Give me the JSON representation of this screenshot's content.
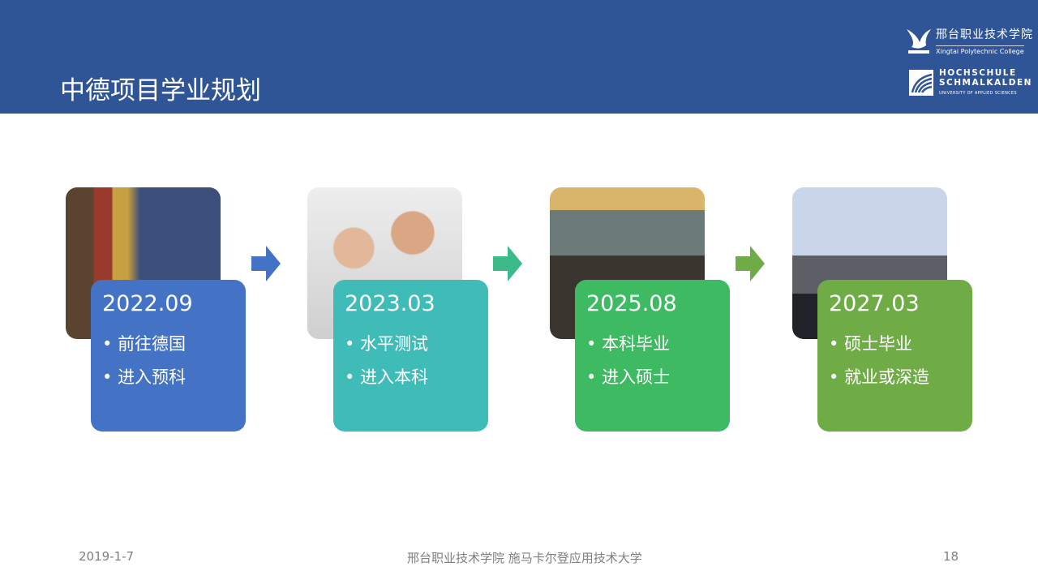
{
  "header": {
    "title": "中德项目学业规划"
  },
  "logos": {
    "college_cn": "邢台职业技术学院",
    "college_en": "Xingtai Polytechnic College",
    "hs_line1": "HOCHSCHULE",
    "hs_line2": "SCHMALKALDEN",
    "hs_line3": "UNIVERSITY OF APPLIED SCIENCES"
  },
  "steps": [
    {
      "date": "2022.09",
      "items": [
        "前往德国",
        "进入预科"
      ],
      "color": "#4472c4",
      "photo": "library"
    },
    {
      "date": "2023.03",
      "items": [
        "水平测试",
        "进入本科"
      ],
      "color": "#40bcb8",
      "photo": "students"
    },
    {
      "date": "2025.08",
      "items": [
        "本科毕业",
        "进入硕士"
      ],
      "color": "#3dba62",
      "photo": "classroom"
    },
    {
      "date": "2027.03",
      "items": [
        "硕士毕业",
        "就业或深造"
      ],
      "color": "#6fac46",
      "photo": "campus"
    }
  ],
  "arrow_colors": [
    "#4472c4",
    "#3dba8a",
    "#6fac46"
  ],
  "footer": {
    "date": "2019-1-7",
    "center": "邢台职业技术学院 施马卡尔登应用技术大学",
    "page": "18"
  }
}
